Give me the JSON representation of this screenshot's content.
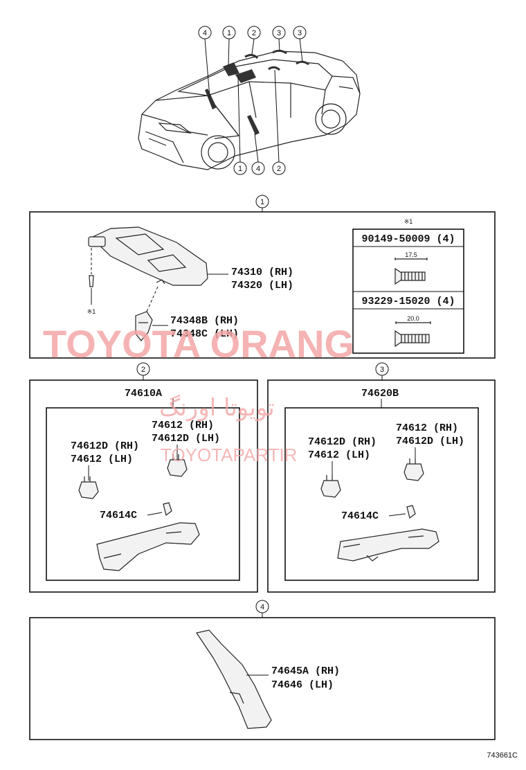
{
  "callouts": {
    "c1": "1",
    "c2": "2",
    "c3": "3",
    "c4": "4"
  },
  "panel1": {
    "visor_rh": "74310 (RH)",
    "visor_lh": "74320 (LH)",
    "holder_rh": "74348B (RH)",
    "holder_lh": "74348C (LH)",
    "screw_ref": "※1",
    "screw_table_ref": "※1",
    "screw_a": "90149-50009 (4)",
    "screw_a_len": "17.5",
    "screw_b": "93229-15020 (4)",
    "screw_b_len": "20.0"
  },
  "panel2": {
    "assembly": "74610A",
    "bracket_rh_1": "74612 (RH)",
    "bracket_lh_1": "74612D (LH)",
    "bracket_rh_2": "74612D (RH)",
    "bracket_lh_2": "74612 (LH)",
    "clip": "74614C"
  },
  "panel3": {
    "assembly": "74620B",
    "bracket_rh_1": "74612 (RH)",
    "bracket_lh_1": "74612D (LH)",
    "bracket_rh_2": "74612D (RH)",
    "bracket_lh_2": "74612 (LH)",
    "clip": "74614C"
  },
  "panel4": {
    "part_rh": "74645A (RH)",
    "part_lh": "74646 (LH)"
  },
  "watermarks": {
    "line1": "TOYOTA ORANG",
    "line2": "تویوتا اورنگ",
    "line3": "TOYOTAPARTIR"
  },
  "footer_code": "743661C"
}
